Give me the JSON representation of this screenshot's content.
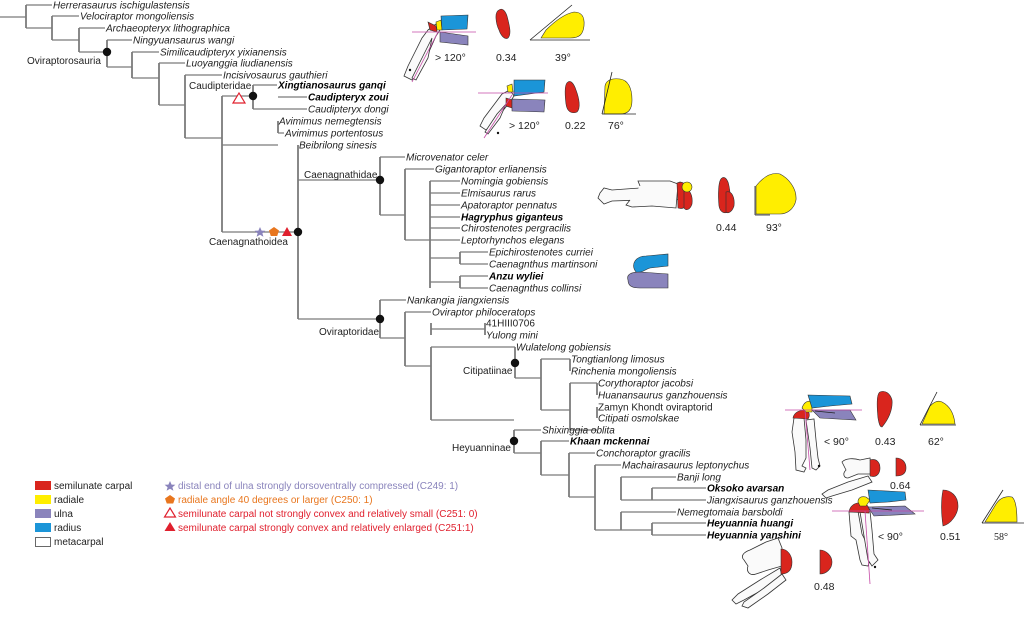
{
  "taxa": [
    {
      "name": "Herrerasaurus ischigulastensis",
      "bold": false,
      "italic": true
    },
    {
      "name": "Velociraptor mongoliensis",
      "bold": false,
      "italic": true
    },
    {
      "name": "Archaeopteryx lithographica",
      "bold": false,
      "italic": true
    },
    {
      "name": "Ningyuansaurus wangi",
      "bold": false,
      "italic": true
    },
    {
      "name": "Similicaudipteryx yixianensis",
      "bold": false,
      "italic": true
    },
    {
      "name": "Luoyanggia liudianensis",
      "bold": false,
      "italic": true
    },
    {
      "name": "Incisivosaurus gauthieri",
      "bold": false,
      "italic": true
    },
    {
      "name": "Xingtianosaurus ganqi",
      "bold": true,
      "italic": true
    },
    {
      "name": "Caudipteryx zoui",
      "bold": true,
      "italic": true
    },
    {
      "name": "Caudipteryx dongi",
      "bold": false,
      "italic": true
    },
    {
      "name": "Avimimus nemegtensis",
      "bold": false,
      "italic": true
    },
    {
      "name": "Avimimus portentosus",
      "bold": false,
      "italic": true
    },
    {
      "name": "Beibrilong sinesis",
      "bold": false,
      "italic": true
    },
    {
      "name": "Microvenator celer",
      "bold": false,
      "italic": true
    },
    {
      "name": "Gigantoraptor erlianensis",
      "bold": false,
      "italic": true
    },
    {
      "name": "Nomingia gobiensis",
      "bold": false,
      "italic": true
    },
    {
      "name": "Elmisaurus rarus",
      "bold": false,
      "italic": true
    },
    {
      "name": "Apatoraptor pennatus",
      "bold": false,
      "italic": true
    },
    {
      "name": "Hagryphus giganteus",
      "bold": true,
      "italic": true
    },
    {
      "name": "Chirostenotes pergracilis",
      "bold": false,
      "italic": true
    },
    {
      "name": "Leptorhynchos elegans",
      "bold": false,
      "italic": true
    },
    {
      "name": "Epichirostenotes curriei",
      "bold": false,
      "italic": true
    },
    {
      "name": "Caenagnthus martinsoni",
      "bold": false,
      "italic": true
    },
    {
      "name": "Anzu wyliei",
      "bold": true,
      "italic": true
    },
    {
      "name": "Caenagnthus collinsi",
      "bold": false,
      "italic": true
    },
    {
      "name": "Nankangia jiangxiensis",
      "bold": false,
      "italic": true
    },
    {
      "name": "Oviraptor philoceratops",
      "bold": false,
      "italic": true
    },
    {
      "name": "41HIII0706",
      "bold": false,
      "italic": false
    },
    {
      "name": "Yulong mini",
      "bold": false,
      "italic": true
    },
    {
      "name": "Wulatelong gobiensis",
      "bold": false,
      "italic": true
    },
    {
      "name": "Tongtianlong limosus",
      "bold": false,
      "italic": true
    },
    {
      "name": "Rinchenia mongoliensis",
      "bold": false,
      "italic": true
    },
    {
      "name": "Corythoraptor jacobsi",
      "bold": false,
      "italic": true
    },
    {
      "name": "Huanansaurus ganzhouensis",
      "bold": false,
      "italic": true
    },
    {
      "name": "Zamyn Khondt oviraptorid",
      "bold": false,
      "italic": false
    },
    {
      "name": "Citipati osmolskae",
      "bold": false,
      "italic": true
    },
    {
      "name": "Shixinggia oblita",
      "bold": false,
      "italic": true
    },
    {
      "name": "Khaan mckennai",
      "bold": true,
      "italic": true
    },
    {
      "name": "Conchoraptor gracilis",
      "bold": false,
      "italic": true
    },
    {
      "name": "Machairasaurus leptonychus",
      "bold": false,
      "italic": true
    },
    {
      "name": "Banji long",
      "bold": false,
      "italic": true
    },
    {
      "name": "Oksoko avarsan",
      "bold": true,
      "italic": true
    },
    {
      "name": "Jiangxisaurus ganzhouensis",
      "bold": false,
      "italic": true
    },
    {
      "name": "Nemegtomaia barsboldi",
      "bold": false,
      "italic": true
    },
    {
      "name": "Heyuannia huangi",
      "bold": true,
      "italic": true
    },
    {
      "name": "Heyuannia yanshini",
      "bold": true,
      "italic": true
    }
  ],
  "clades": {
    "oviraptorosauria": "Oviraptorosauria",
    "caudipteridae": "Caudipteridae",
    "caenagnathoidea": "Caenagnathoidea",
    "caenagnathidae": "Caenagnathidae",
    "oviraptoridae": "Oviraptoridae",
    "citipatiinae": "Citipatiinae",
    "heyuanninae": "Heyuanninae"
  },
  "measurements": [
    {
      "taxon": "Xingtianosaurus ganqi",
      "wrist_angle": "> 120°",
      "semilunate_ratio": "0.34",
      "radiale_angle": "39°"
    },
    {
      "taxon": "Caudipteryx zoui",
      "wrist_angle": "> 120°",
      "semilunate_ratio": "0.22",
      "radiale_angle": "76°"
    },
    {
      "taxon": "Hagryphus giganteus",
      "wrist_angle": null,
      "semilunate_ratio": "0.44",
      "radiale_angle": "93°"
    },
    {
      "taxon": "Khaan mckennai",
      "wrist_angle": "< 90°",
      "semilunate_ratio": "0.43",
      "radiale_angle": "62°"
    },
    {
      "taxon": "Oksoko avarsan",
      "wrist_angle": null,
      "semilunate_ratio": "0.64",
      "radiale_angle": null
    },
    {
      "taxon": "Heyuannia huangi",
      "wrist_angle": "< 90°",
      "semilunate_ratio": "0.51",
      "radiale_angle": "58°"
    },
    {
      "taxon": "Heyuannia yanshini",
      "wrist_angle": null,
      "semilunate_ratio": "0.48",
      "radiale_angle": null
    }
  ],
  "legend": {
    "bones": [
      {
        "label": "semilunate carpal",
        "color": "#d9251d"
      },
      {
        "label": "radiale",
        "color": "#ffee00"
      },
      {
        "label": "ulna",
        "color": "#8a84bc"
      },
      {
        "label": "radius",
        "color": "#1b95d8"
      },
      {
        "label": "metacarpal",
        "color": "#ffffff"
      }
    ],
    "characters": [
      {
        "symbol": "star",
        "label": "distal end of ulna strongly dorsoventrally compressed (C249: 1)",
        "color": "#8a84bc"
      },
      {
        "symbol": "pentagon",
        "label": "radiale angle 40 degrees or larger (C250: 1)",
        "color": "#e8761e"
      },
      {
        "symbol": "open-triangle",
        "label": "semilunate carpal not strongly convex and relatively small (C251: 0)",
        "color": "#e0202e"
      },
      {
        "symbol": "filled-triangle",
        "label": "semilunate carpal strongly convex and relatively enlarged (C251:1)",
        "color": "#e0202e"
      }
    ]
  }
}
